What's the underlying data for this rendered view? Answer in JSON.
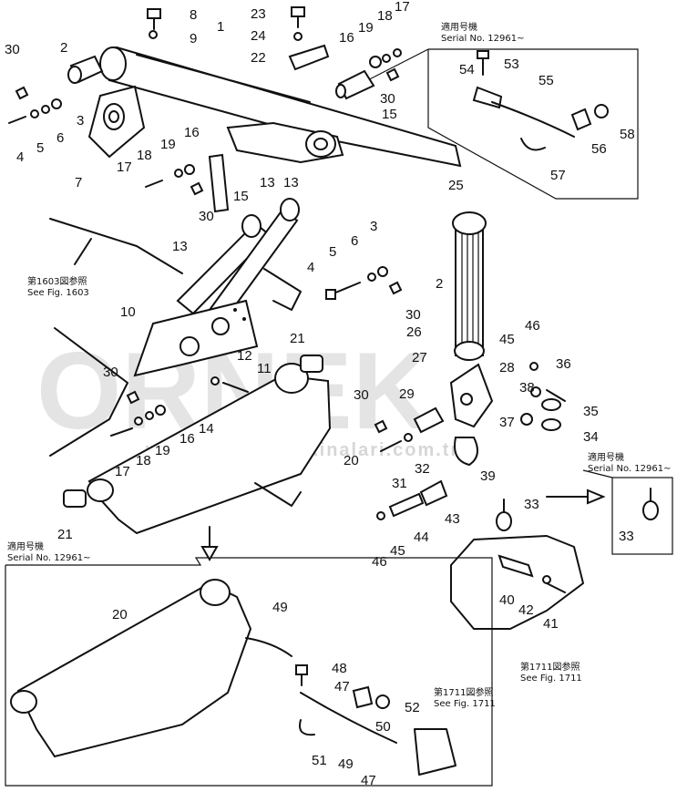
{
  "watermark": {
    "main": "ORNEK",
    "sub": "www.ornekismakinalari.com.tr"
  },
  "part_numbers": [
    "1",
    "2",
    "3",
    "4",
    "5",
    "6",
    "7",
    "8",
    "9",
    "10",
    "11",
    "12",
    "13",
    "14",
    "15",
    "16",
    "17",
    "18",
    "19",
    "20",
    "21",
    "22",
    "23",
    "24",
    "25",
    "26",
    "27",
    "28",
    "29",
    "30",
    "31",
    "32",
    "33",
    "34",
    "35",
    "36",
    "37",
    "38",
    "39",
    "40",
    "41",
    "42",
    "43",
    "44",
    "45",
    "46",
    "47",
    "48",
    "49",
    "50",
    "51",
    "52",
    "53",
    "54",
    "55",
    "56",
    "57",
    "58"
  ],
  "notes": {
    "serial_top_jp": "適用号機",
    "serial_top_en": "Serial No. 12961~",
    "fig1603_jp": "第1603図参照",
    "fig1603_en": "See Fig. 1603",
    "serial_right_jp": "適用号機",
    "serial_right_en": "Serial No. 12961~",
    "serial_left_jp": "適用号機",
    "serial_left_en": "Serial No. 12961~",
    "fig1711a_jp": "第1711図参照",
    "fig1711a_en": "See Fig. 1711",
    "fig1711b_jp": "第1711図参照",
    "fig1711b_en": "See Fig. 1711"
  }
}
